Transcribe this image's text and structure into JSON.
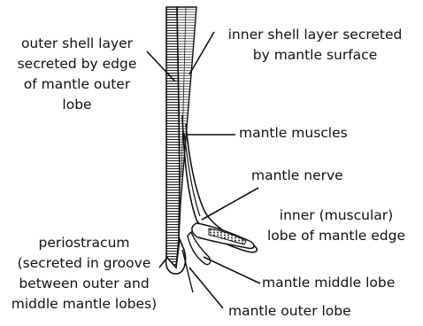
{
  "diagram": {
    "ink_color": "#111111",
    "background": "#ffffff",
    "labels": {
      "outer_shell_layer": [
        "outer shell layer",
        "secreted by edge",
        "of mantle outer",
        "lobe"
      ],
      "inner_shell_layer": [
        "inner shell layer secreted",
        "by mantle surface"
      ],
      "mantle_muscles": "mantle muscles",
      "mantle_nerve": "mantle nerve",
      "inner_lobe": [
        "inner (muscular)",
        "lobe of mantle edge"
      ],
      "periostracum": [
        "periostracum",
        "(secreted in groove",
        "between outer and",
        "middle mantle lobes)"
      ],
      "mantle_middle_lobe": "mantle middle lobe",
      "mantle_outer_lobe": "mantle outer lobe"
    }
  }
}
